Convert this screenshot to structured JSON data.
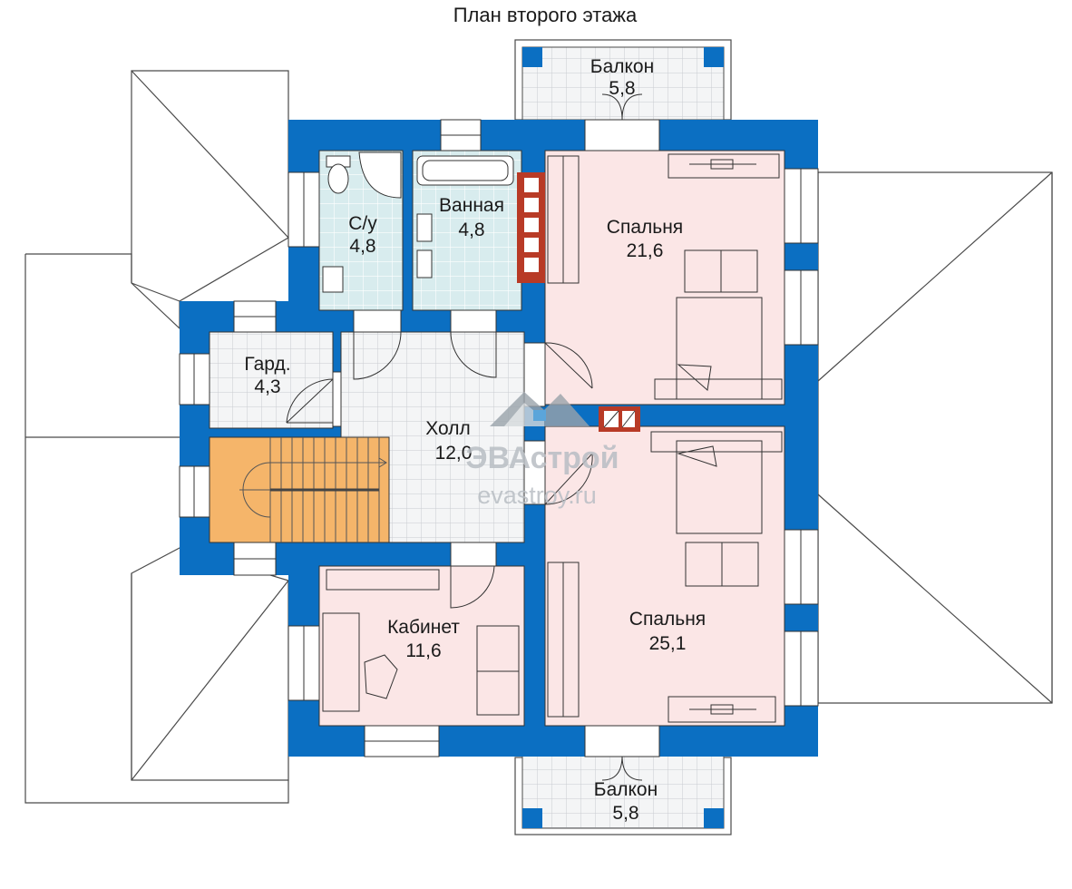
{
  "title": "План второго этажа",
  "colors": {
    "wall": "#0b6fc2",
    "tile": "#f4f5f6",
    "tile_line": "#c9ccd0",
    "wet": "#d8ecee",
    "bedroom": "#fbe6e6",
    "stair": "#f5b56a",
    "chimney": "#b83a26"
  },
  "rooms": [
    {
      "id": "bathroom-su",
      "name": "С/у",
      "area": "4,8"
    },
    {
      "id": "bathroom",
      "name": "Ванная",
      "area": "4,8"
    },
    {
      "id": "bedroom-1",
      "name": "Спальня",
      "area": "21,6"
    },
    {
      "id": "wardrobe",
      "name": "Гард.",
      "area": "4,3"
    },
    {
      "id": "hall",
      "name": "Холл",
      "area": "12,0"
    },
    {
      "id": "study",
      "name": "Кабинет",
      "area": "11,6"
    },
    {
      "id": "bedroom-2",
      "name": "Спальня",
      "area": "25,1"
    },
    {
      "id": "balcony-top",
      "name": "Балкон",
      "area": "5,8"
    },
    {
      "id": "balcony-bottom",
      "name": "Балкон",
      "area": "5,8"
    }
  ],
  "watermark": {
    "brand": "ЭВАстрой",
    "site": "evastroy.ru",
    "logo_icon": "house-mountain-logo-icon"
  }
}
